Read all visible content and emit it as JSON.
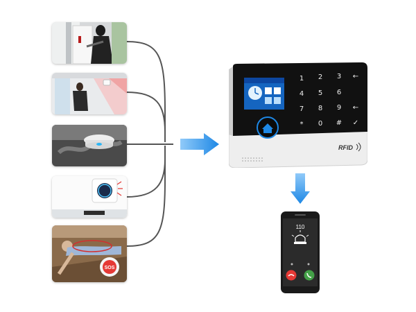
{
  "device": {
    "keypad_keys": [
      "1",
      "2",
      "3",
      "4",
      "5",
      "6",
      "7",
      "8",
      "9",
      "*",
      "0",
      "#"
    ],
    "side_keys": [
      "←",
      "←",
      "✓"
    ],
    "rfid_label": "RFID"
  },
  "phone": {
    "call_number": "110"
  },
  "scenes": [
    "door-intrusion",
    "pir-motion",
    "smoke-detector",
    "gas-detector",
    "sos-emergency-button"
  ],
  "colors": {
    "arrow": "#1e88e5",
    "connector": "#555555",
    "device_bezel": "#111111",
    "device_base": "#f2f2f2",
    "alert_red": "#d32f2f"
  }
}
